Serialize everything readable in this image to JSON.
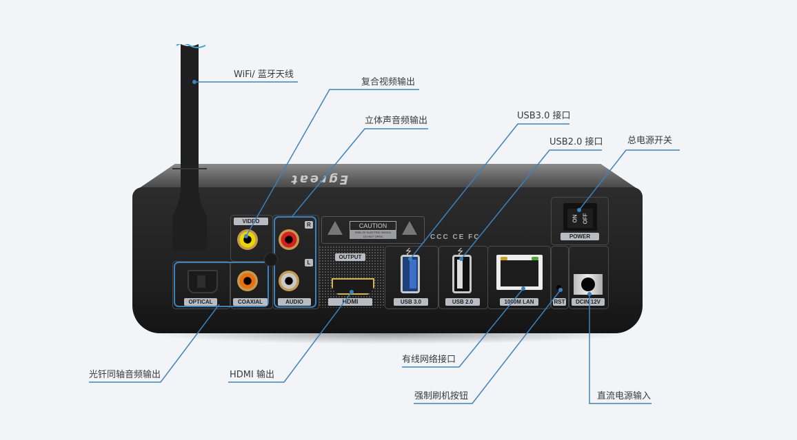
{
  "diagram": {
    "subject": "TV box rear panel port diagram",
    "brand_mark": "Egreat",
    "accent_color": "#3a83bf",
    "background_color": "#f2f4f8",
    "callouts": [
      {
        "id": "wifi",
        "label": "WiFi/ 蓝牙天线"
      },
      {
        "id": "video",
        "label": "复合视频输出"
      },
      {
        "id": "stereo",
        "label": "立体声音频输出"
      },
      {
        "id": "usb3",
        "label": "USB3.0 接口"
      },
      {
        "id": "usb2",
        "label": "USB2.0 接口"
      },
      {
        "id": "power",
        "label": "总电源开关"
      },
      {
        "id": "optical",
        "label": "光钎同轴音频输出"
      },
      {
        "id": "hdmi",
        "label": "HDMI 输出"
      },
      {
        "id": "lan",
        "label": "有线网络接口"
      },
      {
        "id": "rst",
        "label": "强制刷机按钮"
      },
      {
        "id": "dc",
        "label": "直流电源输入"
      }
    ],
    "panel_tags": {
      "video": "VIDEO",
      "optical": "OPTICAL",
      "coaxial": "COAXIAL",
      "audio": "AUDIO",
      "audio_r": "R",
      "audio_l": "L",
      "output": "OUTPUT",
      "hdmi": "HDMI",
      "usb3": "USB 3.0",
      "usb2": "USB 2.0",
      "lan": "1000M LAN",
      "rst": "RST",
      "dc": "DCIN 12V",
      "power": "POWER",
      "switch_on": "ON",
      "switch_off": "OFF"
    },
    "caution": {
      "title": "CAUTION",
      "line1": "RISK OF ELECTRIC SHOCK",
      "line2": "DO NOT OPEN"
    },
    "certifications": "CCC CE FC",
    "port_colors": {
      "video": "#e6d800",
      "audio_r": "#d81e1e",
      "audio_l": "#c8c8c8",
      "coaxial": "#e87010",
      "usb3": "#3b6fc8"
    }
  }
}
